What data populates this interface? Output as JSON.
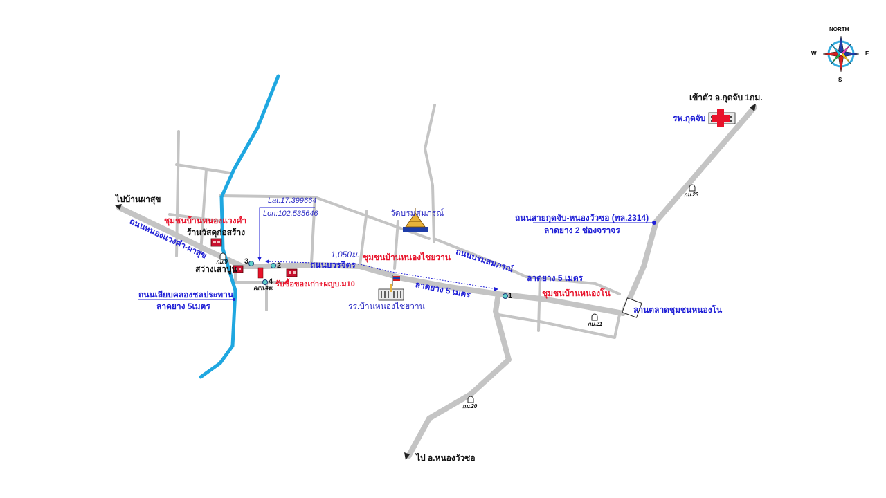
{
  "compass": {
    "north": "NORTH",
    "west": "W",
    "east": "E",
    "south": "S",
    "colors": {
      "n": "#1e3da8",
      "e": "#1e3da8",
      "s": "#d61f1f",
      "w": "#d61f1f",
      "ring": "#33aadd"
    }
  },
  "colors": {
    "road": "#c4c4c4",
    "river": "#1fa7e0",
    "route": "#1f1fd6",
    "label_red": "#e8132b",
    "label_blue": "#1f1fd6"
  },
  "labels": {
    "to_kut_chap": "เข้าตัว อ.กุดจับ 1กม.",
    "hospital": "รพ.กุดจับ",
    "to_pha_suk": "ไปบ้านผาสุข",
    "road_nong_waeng_kham": "ถนนหนองแวงคำ-ผาสุข",
    "community_nong_waeng_kham": "ชุมชนบ้านหนองแวงคำ",
    "construction_shop": "ร้านวัสดุก่อสร้าง",
    "sawang_sao_pun": "สว่างเสาปูน",
    "km_9": "กม.9",
    "lat": "Lat:17.399664",
    "lon": "Lon:102.535646",
    "distance": "1,050ม.",
    "road_bowon_chit": "ถนนบวรจิตร",
    "temple": "วัดบรมสมภรณ์",
    "community_nong_chai_wan": "ชุมชนบ้านหนองไชยวาน",
    "road_borom_somphon": "ถนนบรมสมภรณ์",
    "asphalt_5m_center": "ลาดยาง 5 เมตร",
    "school": "รร.บ้านหนองไชยวาน",
    "buy_old_items": "รับซื้อของเก่า+ผญบ.ม10",
    "ksl": "คสล.4ม.",
    "road_canal": "ถนนเลียบคลองชลประทาน",
    "asphalt_5m_left": "ลาดยาง 5เมตร",
    "road_2314": "ถนนสายกุดจับ-หนองวัวซอ (ทล.2314)",
    "asphalt_2_lanes": "ลาดยาง 2 ช่องจราจร",
    "asphalt_5m_right": "ลาดยาง 5 เมตร",
    "community_nong_no": "ชุมชนบ้านหนองโน",
    "market_square": "ลานตลาดชุมชนหนองโน",
    "km_21": "กม.21",
    "km_23": "กม.23",
    "km_20": "กม.20",
    "to_nong_wua_so": "ไป อ.หนองวัวซอ",
    "point_1": "1",
    "point_2": "2",
    "point_3": "3",
    "point_4": "4"
  }
}
